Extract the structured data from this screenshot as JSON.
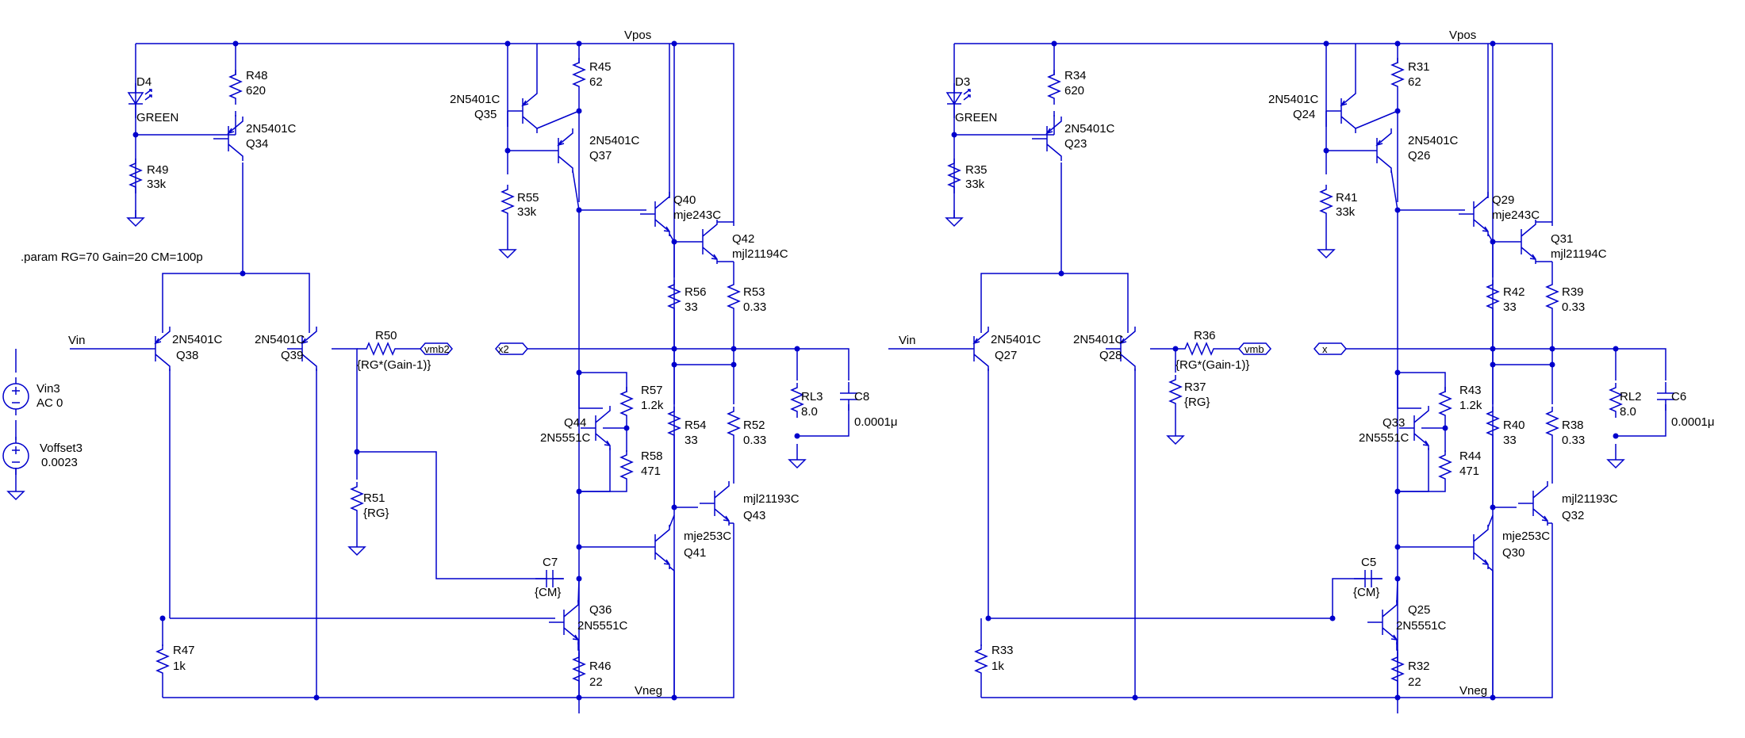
{
  "colors": {
    "wire": "#0000cc",
    "label": "#000000",
    "background": "#ffffff"
  },
  "directive": ".param RG=70 Gain=20 CM=100p",
  "rails": {
    "pos_left": "Vpos",
    "neg_left": "Vneg",
    "pos_right": "Vpos",
    "neg_right": "Vneg"
  },
  "ports": {
    "vmb2": "vmb2",
    "x2": "x2",
    "vmb": "vmb",
    "x": "x"
  },
  "inputs": {
    "vin_left": "Vin",
    "vin_right": "Vin"
  },
  "sources": {
    "vin3": {
      "name": "Vin3",
      "value": "AC 0"
    },
    "voffset3": {
      "name": "Voffset3",
      "value": "0.0023"
    }
  },
  "left": {
    "D4": {
      "name": "D4",
      "value": "GREEN"
    },
    "R48": {
      "name": "R48",
      "value": "620"
    },
    "Q34": {
      "name": "Q34",
      "model": "2N5401C"
    },
    "R49": {
      "name": "R49",
      "value": "33k"
    },
    "Q35": {
      "name": "Q35",
      "model": "2N5401C"
    },
    "R45": {
      "name": "R45",
      "value": "62"
    },
    "Q37": {
      "name": "Q37",
      "model": "2N5401C"
    },
    "R55": {
      "name": "R55",
      "value": "33k"
    },
    "Q40": {
      "name": "Q40",
      "model": "mje243C"
    },
    "Q42": {
      "name": "Q42",
      "model": "mjl21194C"
    },
    "R56": {
      "name": "R56",
      "value": "33"
    },
    "R53": {
      "name": "R53",
      "value": "0.33"
    },
    "Q38": {
      "name": "Q38",
      "model": "2N5401C"
    },
    "Q39": {
      "name": "Q39",
      "model": "2N5401C"
    },
    "R50": {
      "name": "R50",
      "value": "{RG*(Gain-1)}"
    },
    "R57": {
      "name": "R57",
      "value": "1.2k"
    },
    "Q44": {
      "name": "Q44",
      "model": "2N5551C"
    },
    "R58": {
      "name": "R58",
      "value": "471"
    },
    "R54": {
      "name": "R54",
      "value": "33"
    },
    "R52": {
      "name": "R52",
      "value": "0.33"
    },
    "RL3": {
      "name": "RL3",
      "value": "8.0"
    },
    "C8": {
      "name": "C8",
      "value": "0.0001μ"
    },
    "R51": {
      "name": "R51",
      "value": "{RG}"
    },
    "Q43": {
      "name": "Q43",
      "model": "mjl21193C"
    },
    "Q41": {
      "name": "Q41",
      "model": "mje253C"
    },
    "C7": {
      "name": "C7",
      "value": "{CM}"
    },
    "Q36": {
      "name": "Q36",
      "model": "2N5551C"
    },
    "R47": {
      "name": "R47",
      "value": "1k"
    },
    "R46": {
      "name": "R46",
      "value": "22"
    }
  },
  "right": {
    "D3": {
      "name": "D3",
      "value": "GREEN"
    },
    "R34": {
      "name": "R34",
      "value": "620"
    },
    "Q23": {
      "name": "Q23",
      "model": "2N5401C"
    },
    "R35": {
      "name": "R35",
      "value": "33k"
    },
    "Q24": {
      "name": "Q24",
      "model": "2N5401C"
    },
    "R31": {
      "name": "R31",
      "value": "62"
    },
    "Q26": {
      "name": "Q26",
      "model": "2N5401C"
    },
    "R41": {
      "name": "R41",
      "value": "33k"
    },
    "Q29": {
      "name": "Q29",
      "model": "mje243C"
    },
    "Q31": {
      "name": "Q31",
      "model": "mjl21194C"
    },
    "R42": {
      "name": "R42",
      "value": "33"
    },
    "R39": {
      "name": "R39",
      "value": "0.33"
    },
    "Q27": {
      "name": "Q27",
      "model": "2N5401C"
    },
    "Q28": {
      "name": "Q28",
      "model": "2N5401C"
    },
    "R36": {
      "name": "R36",
      "value": "{RG*(Gain-1)}"
    },
    "R37": {
      "name": "R37",
      "value": "{RG}"
    },
    "R43": {
      "name": "R43",
      "value": "1.2k"
    },
    "Q33": {
      "name": "Q33",
      "model": "2N5551C"
    },
    "R44": {
      "name": "R44",
      "value": "471"
    },
    "R40": {
      "name": "R40",
      "value": "33"
    },
    "R38": {
      "name": "R38",
      "value": "0.33"
    },
    "RL2": {
      "name": "RL2",
      "value": "8.0"
    },
    "C6": {
      "name": "C6",
      "value": "0.0001μ"
    },
    "Q32": {
      "name": "Q32",
      "model": "mjl21193C"
    },
    "Q30": {
      "name": "Q30",
      "model": "mje253C"
    },
    "C5": {
      "name": "C5",
      "value": "{CM}"
    },
    "Q25": {
      "name": "Q25",
      "model": "2N5551C"
    },
    "R33": {
      "name": "R33",
      "value": "1k"
    },
    "R32": {
      "name": "R32",
      "value": "22"
    }
  }
}
